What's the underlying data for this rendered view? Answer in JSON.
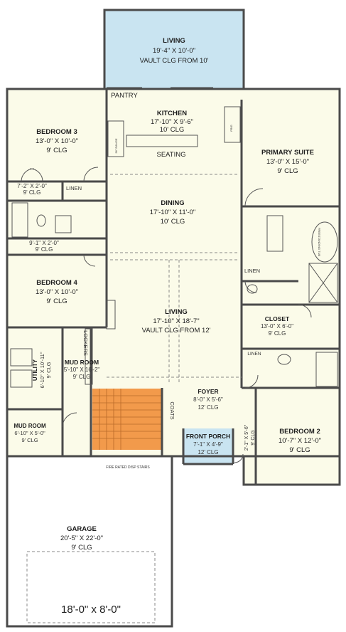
{
  "colors": {
    "interior": "#fbfbe9",
    "porch": "#c9e4f1",
    "stairs": "#f29a4b",
    "garage": "#ffffff",
    "wall": "#4a4a4a"
  },
  "rooms": {
    "living_top": {
      "name": "LIVING",
      "line1": "19'-4\" X 10'-0\"",
      "line2": "VAULT CLG FROM 10'"
    },
    "pantry": {
      "name": "PANTRY"
    },
    "kitchen": {
      "name": "KITCHEN",
      "line1": "17'-10\" X 9'-6\"",
      "line2": "10' CLG"
    },
    "seating": {
      "name": "SEATING"
    },
    "bedroom3": {
      "name": "BEDROOM 3",
      "line1": "13'-0\" X 10'-0\"",
      "line2": "9' CLG"
    },
    "closet_b3": {
      "line1": "7'-2\" X 2'-0\"",
      "line2": "9' CLG"
    },
    "linen_left": {
      "name": "LINEN"
    },
    "bath_left": {
      "line1": "9'-1\" X 2'-0\"",
      "line2": "9' CLG"
    },
    "primary": {
      "name": "PRIMARY SUITE",
      "line1": "13'-0\" X 15'-0\"",
      "line2": "9' CLG"
    },
    "dining": {
      "name": "DINING",
      "line1": "17'-10\" X 11'-0\"",
      "line2": "10' CLG"
    },
    "bedroom4": {
      "name": "BEDROOM 4",
      "line1": "13'-0\" X 10'-0\"",
      "line2": "9' CLG"
    },
    "linen_right": {
      "name": "LINEN"
    },
    "closet": {
      "name": "CLOSET",
      "line1": "13'-0\" X 6'-0\"",
      "line2": "9' CLG"
    },
    "living_main": {
      "name": "LIVING",
      "line1": "17'-10\" X 18'-7\"",
      "line2": "VAULT CLG FROM 12'"
    },
    "lockers": {
      "name": "LOCKERS"
    },
    "linen_small": {
      "name": "LINEN"
    },
    "mudroom": {
      "name": "MUD ROOM",
      "line1": "5'-10\" X 16'-2\"",
      "line2": "9' CLG"
    },
    "utility": {
      "name": "UTILITY",
      "line1": "6'-10\" X 10'-11\"",
      "line2": "9' CLG"
    },
    "foyer": {
      "name": "FOYER",
      "line1": "8'-0\" X 5'-6\"",
      "line2": "12' CLG"
    },
    "coats": {
      "name": "COATS"
    },
    "front_porch": {
      "name": "FRONT PORCH",
      "line1": "7'-1\" X 4'-9\"",
      "line2": "12' CLG"
    },
    "closet_b2": {
      "line1": "2'-1\" X 5'-6\"",
      "line2": "9' CLG"
    },
    "bedroom2": {
      "name": "BEDROOM 2",
      "line1": "10'-7\" X 12'-0\"",
      "line2": "9' CLG"
    },
    "mudroom2": {
      "name": "MUD ROOM",
      "line1": "6'-10\" X 5'-0\"",
      "line2": "9' CLG"
    },
    "garage": {
      "name": "GARAGE",
      "line1": "20'-5\" X 22'-0\"",
      "line2": "9' CLG"
    }
  },
  "notes": {
    "fire_rated": "FIRE RATED DISP STAIRS",
    "garage_door": "18'-0\" x 8'-0\"",
    "fridge": "FRIG",
    "range": "36\" RANGE",
    "tub": "FREESTANDING TUB"
  }
}
